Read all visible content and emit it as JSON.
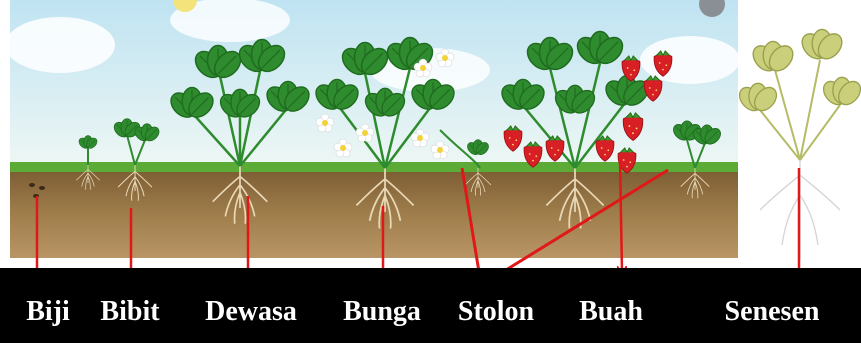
{
  "colors": {
    "sky_top": "#bfe3f2",
    "sky_bottom": "#e7f4f5",
    "grass": "#5cab36",
    "soil_top": "#8a6a3c",
    "soil_bottom": "#b08a55",
    "leaf": "#2e8b2e",
    "leaf_dark": "#1f6b1f",
    "senescent_leaf": "#c9cf7a",
    "berry": "#d81f26",
    "flower": "#ffffff",
    "flower_center": "#f2d23a",
    "arrow": "#e01818",
    "label_band": "#000000",
    "label_text": "#ffffff"
  },
  "stages": [
    {
      "id": "biji",
      "label": "Biji"
    },
    {
      "id": "bibit",
      "label": "Bibit"
    },
    {
      "id": "dewasa",
      "label": "Dewasa"
    },
    {
      "id": "bunga",
      "label": "Bunga"
    },
    {
      "id": "stolon",
      "label": "Stolon"
    },
    {
      "id": "buah",
      "label": "Buah"
    },
    {
      "id": "senesen",
      "label": "Senesen"
    }
  ]
}
